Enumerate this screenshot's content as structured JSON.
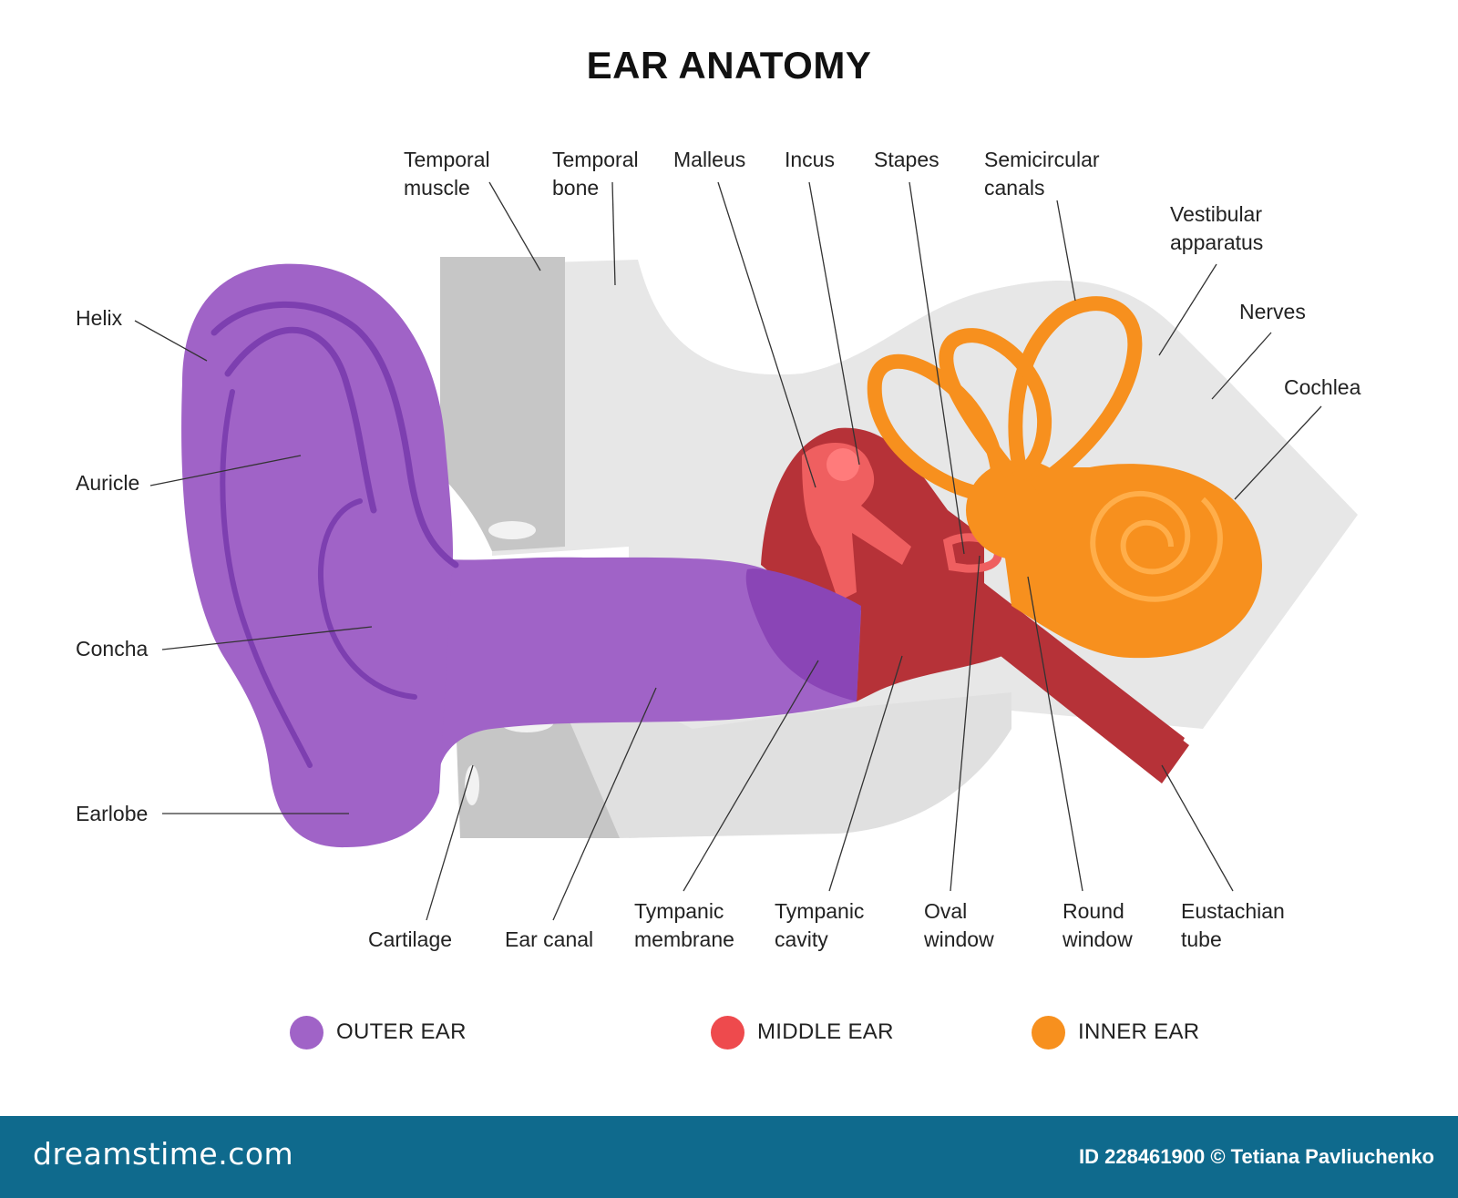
{
  "title": "EAR ANATOMY",
  "colors": {
    "outer_ear": "#a063c7",
    "middle_ear": "#b63238",
    "middle_ear_light": "#ef5f60",
    "inner_ear": "#f7901e",
    "bone_gray": "#c6c6c6",
    "tissue_gray": "#e7e7e7",
    "footer_bg": "#0f6a8d"
  },
  "labels": {
    "temporal_muscle": [
      "Temporal",
      "muscle"
    ],
    "temporal_bone": [
      "Temporal",
      "bone"
    ],
    "malleus": "Malleus",
    "incus": "Incus",
    "stapes": "Stapes",
    "semicircular_canals": [
      "Semicircular",
      "canals"
    ],
    "vestibular_apparatus": [
      "Vestibular",
      "apparatus"
    ],
    "nerves": "Nerves",
    "cochlea": "Cochlea",
    "helix": "Helix",
    "auricle": "Auricle",
    "concha": "Concha",
    "earlobe": "Earlobe",
    "cartilage": "Cartilage",
    "ear_canal": "Ear canal",
    "tympanic_membrane": [
      "Tympanic",
      "membrane"
    ],
    "tympanic_cavity": [
      "Tympanic",
      "cavity"
    ],
    "oval_window": [
      "Oval",
      "window"
    ],
    "round_window": [
      "Round",
      "window"
    ],
    "eustachian_tube": [
      "Eustachian",
      "tube"
    ]
  },
  "legend": [
    {
      "label": "OUTER EAR",
      "color": "#a063c7"
    },
    {
      "label": "MIDDLE EAR",
      "color": "#ee4a4d"
    },
    {
      "label": "INNER EAR",
      "color": "#f7901e"
    }
  ],
  "footer": {
    "brand": "dreamstime.com",
    "credit": "ID 228461900 © Tetiana Pavliuchenko"
  }
}
